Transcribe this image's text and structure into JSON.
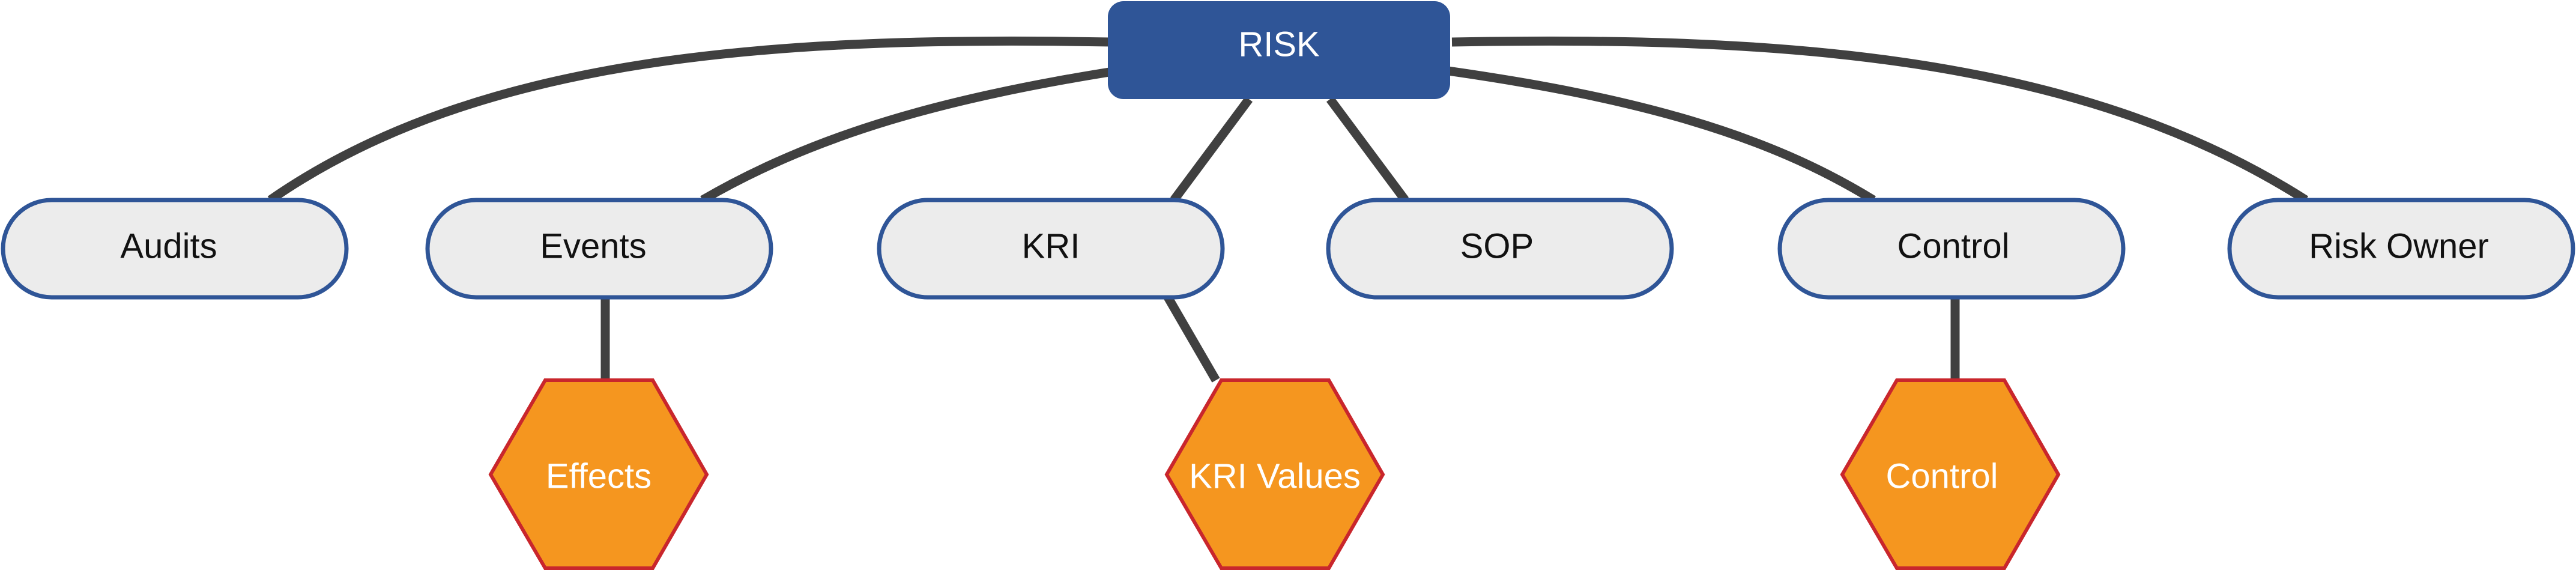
{
  "root": {
    "label": "RISK"
  },
  "nodes": [
    {
      "id": "audits",
      "label": "Audits"
    },
    {
      "id": "events",
      "label": "Events"
    },
    {
      "id": "kri",
      "label": "KRI"
    },
    {
      "id": "sop",
      "label": "SOP"
    },
    {
      "id": "control",
      "label": "Control"
    },
    {
      "id": "risk-owner",
      "label": "Risk Owner"
    }
  ],
  "sub_nodes": [
    {
      "id": "effects",
      "parent": "events",
      "label": "Effects"
    },
    {
      "id": "kri-values",
      "parent": "kri",
      "label": "KRI Values"
    },
    {
      "id": "control-sub",
      "parent": "control",
      "label": "Control"
    }
  ],
  "colors": {
    "root_fill": "#2f5597",
    "pill_fill": "#ececec",
    "pill_stroke": "#2f5597",
    "hex_fill": "#f5961f",
    "hex_stroke": "#c9262c",
    "connector": "#404040"
  }
}
